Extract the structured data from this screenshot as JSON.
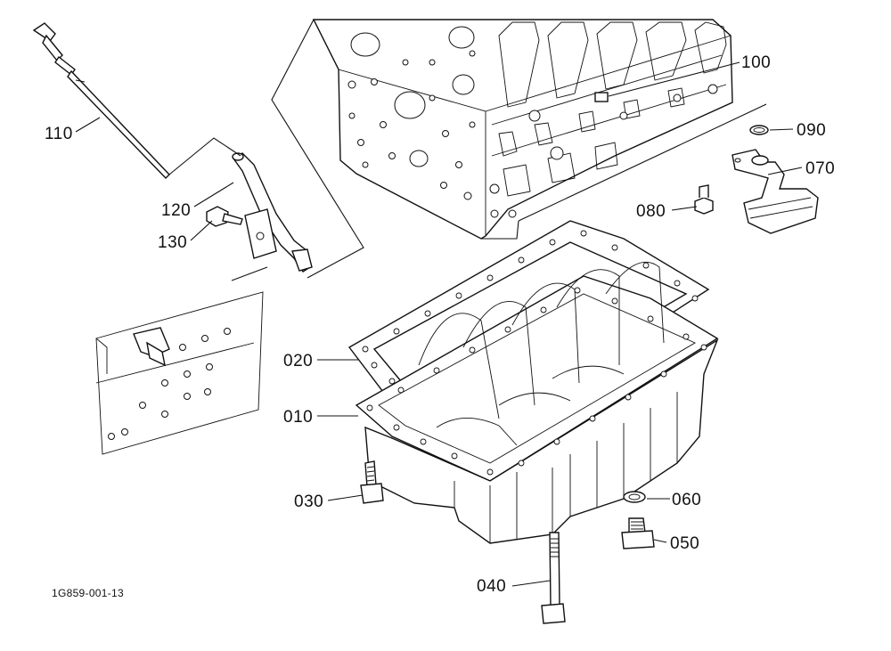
{
  "callouts": [
    {
      "id": "c110",
      "text": "110"
    },
    {
      "id": "c120",
      "text": "120"
    },
    {
      "id": "c130",
      "text": "130"
    },
    {
      "id": "c100",
      "text": "100"
    },
    {
      "id": "c090",
      "text": "090"
    },
    {
      "id": "c070",
      "text": "070"
    },
    {
      "id": "c080",
      "text": "080"
    },
    {
      "id": "c020",
      "text": "020"
    },
    {
      "id": "c010",
      "text": "010"
    },
    {
      "id": "c030",
      "text": "030"
    },
    {
      "id": "c060",
      "text": "060"
    },
    {
      "id": "c050",
      "text": "050"
    },
    {
      "id": "c040",
      "text": "040"
    }
  ],
  "drawing_code": "1G859-001-13"
}
